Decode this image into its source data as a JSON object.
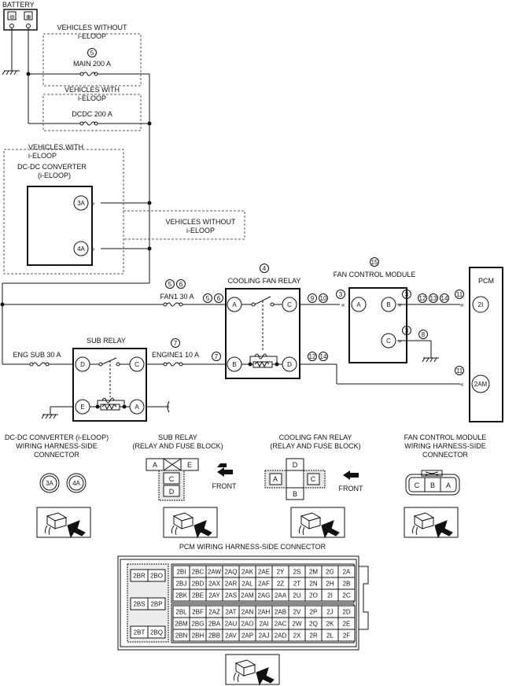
{
  "battery": "BATTERY",
  "vehicles_without_ieloop": [
    "VEHICLES WITHOUT",
    "i-ELOOP"
  ],
  "vehicles_with_ieloop": [
    "VEHICLES WITH",
    "i-ELOOP"
  ],
  "fuse_main": "MAIN 200 A",
  "fuse_dcdc": "DCDC 200 A",
  "fuse_fan1": "FAN1 30 A",
  "fuse_engsub": "ENG SUB 30 A",
  "fuse_engine1": "ENGINE1 10 A",
  "dcdc_converter": [
    "DC-DC CONVERTER",
    "(i-ELOOP)"
  ],
  "cooling_fan_relay": "COOLING FAN RELAY",
  "sub_relay": "SUB RELAY",
  "fan_control_module": "FAN CONTROL MODULE",
  "pcm": "PCM",
  "pins": {
    "dcdc_3a": "3A",
    "dcdc_4a": "4A",
    "relay_a": "A",
    "relay_b": "B",
    "relay_c": "C",
    "relay_d": "D",
    "relay_e": "E",
    "pcm_2i": "2I",
    "pcm_2am": "2AM"
  },
  "refs": {
    "r3": "3",
    "r4": "4",
    "r5": "5",
    "r6": "6",
    "r7": "7",
    "r8": "8",
    "r9": "9",
    "r10": "10",
    "r11": "11",
    "r12": "12",
    "r13": "13",
    "r14": "14",
    "r15": "15"
  },
  "connectors": {
    "dcdc_title": [
      "DC-DC CONVERTER (i-ELOOP)",
      "WIRING HARNESS-SIDE",
      "CONNECTOR"
    ],
    "subrelay_title": [
      "SUB RELAY",
      "(RELAY AND FUSE BLOCK)"
    ],
    "coolingrelay_title": [
      "COOLING FAN RELAY",
      "(RELAY AND FUSE BLOCK)"
    ],
    "fcm_title": [
      "FAN CONTROL MODULE",
      "WIRING HARNESS-SIDE",
      "CONNECTOR"
    ],
    "front": "FRONT",
    "pcm_title": "PCM WIRING HARNESS-SIDE CONNECTOR",
    "pcm_left": [
      [
        "2BR",
        "2BO"
      ],
      [
        "2BS",
        "2BP"
      ],
      [
        "2BT",
        "2BQ"
      ]
    ],
    "pcm_grid_top": [
      [
        "2BI",
        "2BC",
        "2AW",
        "2AQ",
        "2AK",
        "2AE",
        "2Y",
        "2S",
        "2M",
        "2G",
        "2A"
      ],
      [
        "2BJ",
        "2BD",
        "2AX",
        "2AR",
        "2AL",
        "2AF",
        "2Z",
        "2T",
        "2N",
        "2H",
        "2B"
      ],
      [
        "2BK",
        "2BE",
        "2AY",
        "2AS",
        "2AM",
        "2AG",
        "2AA",
        "2U",
        "2O",
        "2I",
        "2C"
      ]
    ],
    "pcm_grid_bottom": [
      [
        "2BL",
        "2BF",
        "2AZ",
        "2AT",
        "2AN",
        "2AH",
        "2AB",
        "2V",
        "2P",
        "2J",
        "2D"
      ],
      [
        "2BM",
        "2BG",
        "2BA",
        "2AU",
        "2AO",
        "2AI",
        "2AC",
        "2W",
        "2Q",
        "2K",
        "2E"
      ],
      [
        "2BN",
        "2BH",
        "2BB",
        "2AV",
        "2AP",
        "2AJ",
        "2AD",
        "2X",
        "2R",
        "2L",
        "2F"
      ]
    ]
  }
}
